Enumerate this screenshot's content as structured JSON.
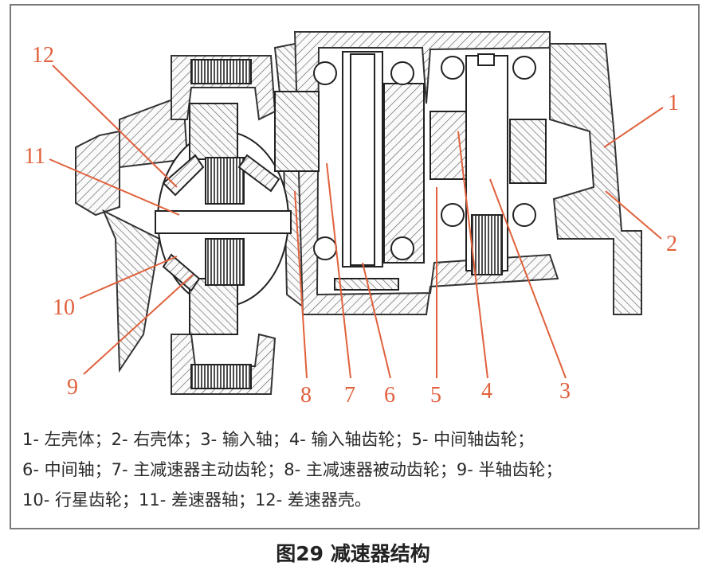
{
  "callouts": [
    "1",
    "2",
    "3",
    "4",
    "5",
    "6",
    "7",
    "8",
    "9",
    "10",
    "11",
    "12"
  ],
  "legend_lines": [
    "1- 左壳体；2- 右壳体；3- 输入轴；4- 输入轴齿轮；5- 中间轴齿轮；",
    "6- 中间轴；7- 主减速器主动齿轮；8- 主减速器被动齿轮；9- 半轴齿轮；",
    "10- 行星齿轮；11- 差速器轴；12- 差速器壳。"
  ],
  "caption": "图29 减速器结构",
  "colors": {
    "callout": "#e0613c",
    "line": "#333333",
    "frame": "#7a7a7a"
  }
}
